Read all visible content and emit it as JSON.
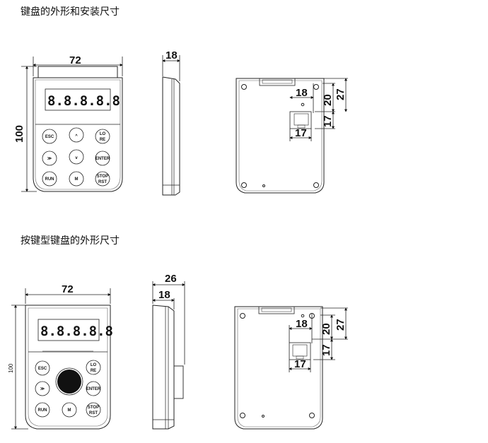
{
  "titles": {
    "keyboard_install": "键盘的外形和安装尺寸",
    "button_keyboard": "按键型键盘的外形尺寸"
  },
  "display": "8.8.8.8.8",
  "keys": {
    "esc": "ESC",
    "up": "^",
    "lo": "LO",
    "re": "RE",
    "shift": "≫",
    "down": "v",
    "enter": "ENTER",
    "run": "RUN",
    "m": "M",
    "stop": "STOP",
    "rst": "RST"
  },
  "dimensions": {
    "top_width": "72",
    "top_height": "100",
    "top_side_depth": "18",
    "top_back_a": "18",
    "top_back_b": "20",
    "top_back_c": "27",
    "top_back_d": "17",
    "top_back_e": "17",
    "bot_width": "72",
    "bot_height": "100",
    "bot_side_total": "26",
    "bot_side_depth": "18",
    "bot_back_a": "18",
    "bot_back_b": "20",
    "bot_back_c": "27",
    "bot_back_d": "17",
    "bot_back_e": "17"
  }
}
